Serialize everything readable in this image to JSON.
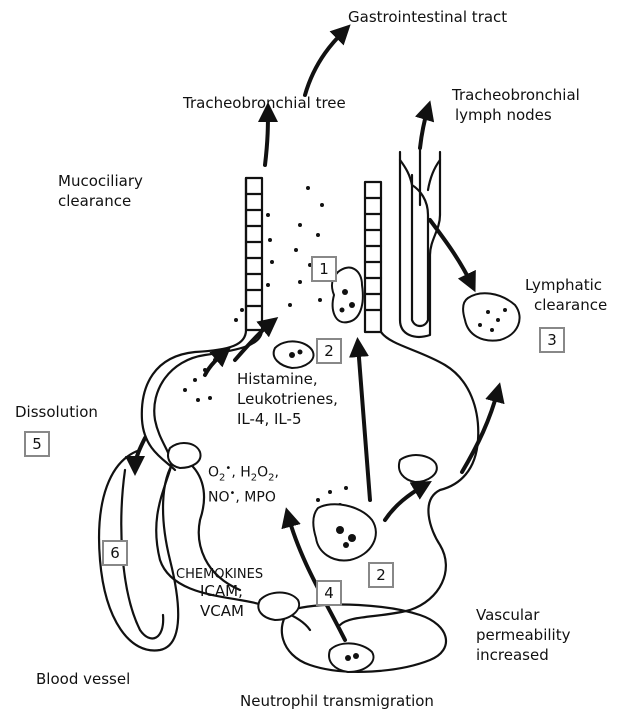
{
  "labels": {
    "gi_tract": "Gastrointestinal tract",
    "trach_tree": "Tracheobronchial tree",
    "trach_nodes_1": "Tracheobronchial",
    "trach_nodes_2": "lymph nodes",
    "mucociliary_1": "Mucociliary",
    "mucociliary_2": "clearance",
    "lymphatic_1": "Lymphatic",
    "lymphatic_2": "clearance",
    "dissolution": "Dissolution",
    "histamine_1": "Histamine,",
    "histamine_2": "Leukotrienes,",
    "histamine_3": "IL-4, IL-5",
    "oxidants_1a": "O",
    "oxidants_1b": "2",
    "oxidants_1c": "•",
    "oxidants_1d": ", H",
    "oxidants_1e": "2",
    "oxidants_1f": "O",
    "oxidants_1g": "2",
    "oxidants_1h": ",",
    "oxidants_2a": "NO",
    "oxidants_2b": "•",
    "oxidants_2c": ", MPO",
    "chemokines": "CHEMOKINES",
    "icam": "ICAM,",
    "vcam": "VCAM",
    "vascular_1": "Vascular",
    "vascular_2": "permeability",
    "vascular_3": "increased",
    "blood_vessel": "Blood vessel",
    "neutrophil": "Neutrophil transmigration"
  },
  "steps": {
    "s1": "1",
    "s2a": "2",
    "s2b": "2",
    "s3": "3",
    "s4": "4",
    "s5": "5",
    "s6": "6"
  }
}
